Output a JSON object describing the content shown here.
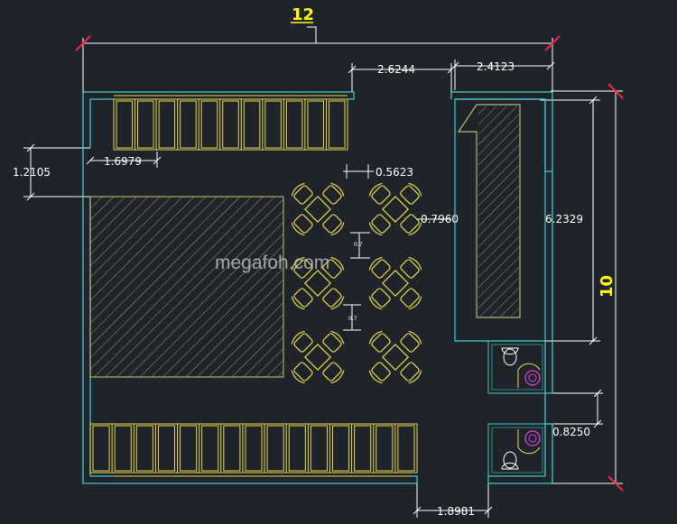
{
  "watermark": "megafoh.com",
  "dimensions": {
    "total_width": "12",
    "total_height": "10",
    "top_gap": "2.6244",
    "top_right": "2.4123",
    "left_offset": "1.2105",
    "bench_offset": "1.6979",
    "table_gap": "0.5623",
    "table_offset": "0.7960",
    "row_gap_1": "0.7",
    "row_gap_2": "0.7",
    "counter_length": "6.2329",
    "wc_gap": "0.8250",
    "bottom_gap": "1.8981"
  },
  "colors": {
    "background": "#1f242b",
    "wall": "#3ec9c9",
    "furniture": "#e8d84a",
    "dimension": "#ffffff",
    "hatch": "#c8c26a",
    "counter": "#b7b47a",
    "fixture": "#e040e0",
    "tick": "#ff2040",
    "title": "#ffff00"
  }
}
